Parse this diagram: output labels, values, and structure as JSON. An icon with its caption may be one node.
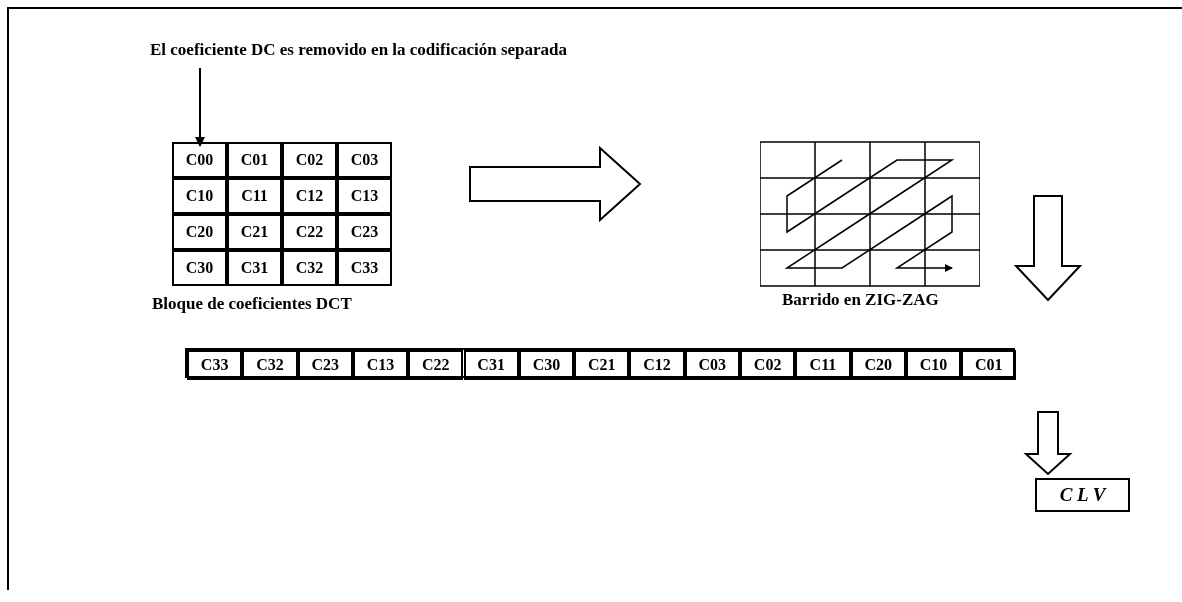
{
  "diagram": {
    "nodes": [
      {
        "text": [
          "El coeficiente DC es removido en la codificación separada"
        ]
      },
      {
        "text": [
          "Bloque de coeficientes DCT"
        ]
      },
      {
        "text": [
          "C00"
        ],
        "in": 1
      },
      {
        "text": [
          "C01"
        ],
        "in": 1
      },
      {
        "text": [
          "C02"
        ],
        "in": 1
      },
      {
        "text": [
          "C03"
        ],
        "in": 1
      },
      {
        "text": [
          "C10"
        ],
        "in": 1
      },
      {
        "text": [
          "C11"
        ],
        "in": 1
      },
      {
        "text": [
          "C12"
        ],
        "in": 1
      },
      {
        "text": [
          "C13"
        ],
        "in": 1
      },
      {
        "text": [
          "C20"
        ],
        "in": 1
      },
      {
        "text": [
          "C21"
        ],
        "in": 1
      },
      {
        "text": [
          "C22"
        ],
        "in": 1
      },
      {
        "text": [
          "C23"
        ],
        "in": 1
      },
      {
        "text": [
          "C30"
        ],
        "in": 1
      },
      {
        "text": [
          "C31"
        ],
        "in": 1
      },
      {
        "text": [
          "C32"
        ],
        "in": 1
      },
      {
        "text": [
          "C33"
        ],
        "in": 1
      },
      {
        "text": [
          "Barrido en ZIG-ZAG"
        ]
      },
      {
        "text": [],
        "shape": "box"
      },
      {
        "text": [
          "C33"
        ],
        "in": 19
      },
      {
        "text": [
          "C32"
        ],
        "in": 19
      },
      {
        "text": [
          "C23"
        ],
        "in": 19
      },
      {
        "text": [
          "C13"
        ],
        "in": 19
      },
      {
        "text": [
          "C22"
        ],
        "in": 19
      },
      {
        "text": [
          "C31"
        ],
        "in": 19
      },
      {
        "text": [
          "C30"
        ],
        "in": 19
      },
      {
        "text": [
          "C21"
        ],
        "in": 19
      },
      {
        "text": [
          "C12"
        ],
        "in": 19
      },
      {
        "text": [
          "C03"
        ],
        "in": 19
      },
      {
        "text": [
          "C02"
        ],
        "in": 19
      },
      {
        "text": [
          "C11"
        ],
        "in": 19
      },
      {
        "text": [
          "C20"
        ],
        "in": 19
      },
      {
        "text": [
          "C10"
        ],
        "in": 19
      },
      {
        "text": [
          "C01"
        ],
        "in": 19
      },
      {
        "text": [
          "C L V"
        ]
      }
    ],
    "edges": [
      {
        "from": 0,
        "to": 2,
        "arrow": "to"
      },
      {
        "from": 1,
        "to": 18,
        "arrow": "to",
        "style": "thick"
      },
      {
        "from": 18,
        "to": 19,
        "arrow": "to",
        "style": "thick"
      },
      {
        "from": 19,
        "to": 35,
        "arrow": "to",
        "style": "thick"
      }
    ]
  }
}
